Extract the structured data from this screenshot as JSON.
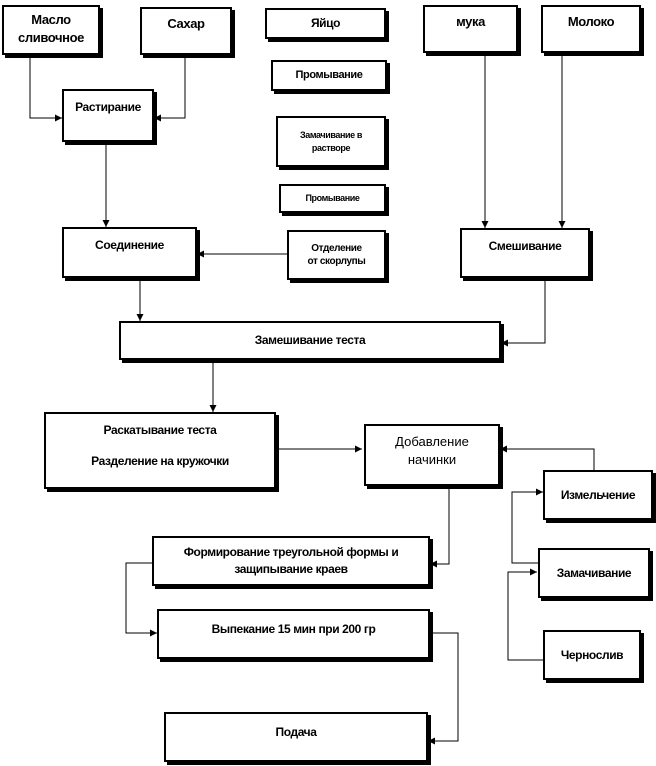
{
  "boxes": {
    "butter": "Масло\nсливочное",
    "sugar": "Сахар",
    "egg": "Яйцо",
    "flour": "мука",
    "milk": "Молоко",
    "creaming": "Растирание",
    "washing_1": "Промывание",
    "soaking_solution": "Замачивание в\nрастворе",
    "washing_2": "Промывание",
    "separating_shell": "Отделение\nот скорлупы",
    "combining": "Соединение",
    "mixing": "Смешивание",
    "kneading": "Замешивание теста",
    "rolling": "Раскатывание теста\n\nРазделение на кружочки",
    "adding_filling": "Добавление\nначинки",
    "chopping": "Измельчение",
    "shaping": "Формирование треугольной формы и\nзащипывание краев",
    "soaking": "Замачивание",
    "baking": "Выпекание 15 мин при 200 гр",
    "prunes": "Чернослив",
    "serving": "Подача"
  }
}
